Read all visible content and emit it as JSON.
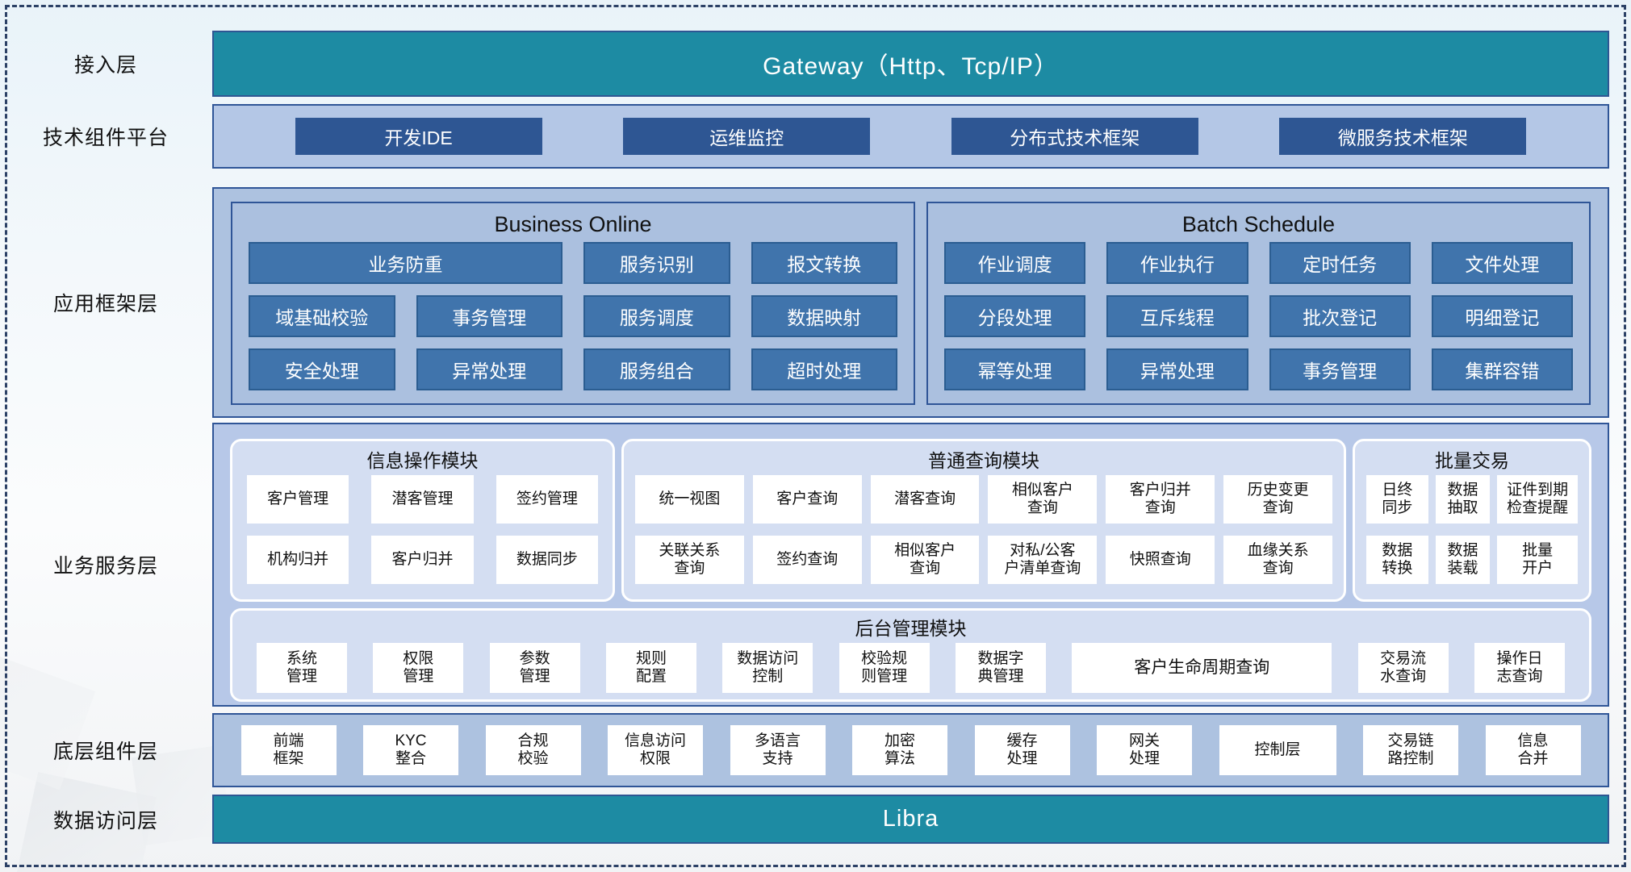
{
  "colors": {
    "teal": "#1d8ba3",
    "dark_blue": "#2e5693",
    "steel_blue": "#4074ac",
    "panel_fill": "#adc2e0",
    "module_fill": "#d4def2",
    "border_navy": "#2f5597"
  },
  "access": {
    "label": "接入层",
    "gateway": "Gateway（Http、Tcp/IP）"
  },
  "tech": {
    "label": "技术组件平台",
    "items": [
      {
        "label": "开发IDE"
      },
      {
        "label": "运维监控"
      },
      {
        "label": "分布式技术框架"
      },
      {
        "label": "微服务技术框架"
      }
    ]
  },
  "app_framework": {
    "label": "应用框架层",
    "business_online": {
      "title": "Business Online",
      "buttons": [
        {
          "label": "业务防重",
          "span": 2
        },
        {
          "label": "服务识别"
        },
        {
          "label": "报文转换"
        },
        {
          "label": "域基础校验"
        },
        {
          "label": "事务管理"
        },
        {
          "label": "服务调度"
        },
        {
          "label": "数据映射"
        },
        {
          "label": "安全处理"
        },
        {
          "label": "异常处理"
        },
        {
          "label": "服务组合"
        },
        {
          "label": "超时处理"
        }
      ]
    },
    "batch_schedule": {
      "title": "Batch Schedule",
      "buttons": [
        {
          "label": "作业调度"
        },
        {
          "label": "作业执行"
        },
        {
          "label": "定时任务"
        },
        {
          "label": "文件处理"
        },
        {
          "label": "分段处理"
        },
        {
          "label": "互斥线程"
        },
        {
          "label": "批次登记"
        },
        {
          "label": "明细登记"
        },
        {
          "label": "幂等处理"
        },
        {
          "label": "异常处理"
        },
        {
          "label": "事务管理"
        },
        {
          "label": "集群容错"
        }
      ]
    }
  },
  "business_service": {
    "label": "业务服务层",
    "info_module": {
      "title": "信息操作模块",
      "boxes": [
        {
          "label": "客户管理"
        },
        {
          "label": "潜客管理"
        },
        {
          "label": "签约管理"
        },
        {
          "label": "机构归并"
        },
        {
          "label": "客户归并"
        },
        {
          "label": "数据同步"
        }
      ]
    },
    "query_module": {
      "title": "普通查询模块",
      "boxes": [
        {
          "label": "统一视图"
        },
        {
          "label": "客户查询"
        },
        {
          "label": "潜客查询"
        },
        {
          "label": "相似客户\n查询"
        },
        {
          "label": "客户归并\n查询"
        },
        {
          "label": "历史变更\n查询"
        },
        {
          "label": "关联关系\n查询"
        },
        {
          "label": "签约查询"
        },
        {
          "label": "相似客户\n查询"
        },
        {
          "label": "对私/公客\n户清单查询"
        },
        {
          "label": "快照查询"
        },
        {
          "label": "血缘关系\n查询"
        }
      ]
    },
    "batch_module": {
      "title": "批量交易",
      "boxes": [
        {
          "label": "日终\n同步"
        },
        {
          "label": "数据\n抽取"
        },
        {
          "label": "证件到期\n检查提醒"
        },
        {
          "label": "数据\n转换"
        },
        {
          "label": "数据\n装载"
        },
        {
          "label": "批量\n开户"
        }
      ]
    },
    "admin_module": {
      "title": "后台管理模块",
      "boxes": [
        {
          "label": "系统\n管理"
        },
        {
          "label": "权限\n管理"
        },
        {
          "label": "参数\n管理"
        },
        {
          "label": "规则\n配置"
        },
        {
          "label": "数据访问\n控制"
        },
        {
          "label": "校验规\n则管理"
        },
        {
          "label": "数据字\n典管理"
        },
        {
          "label": "客户生命周期查询",
          "wide": true
        },
        {
          "label": "交易流\n水查询"
        },
        {
          "label": "操作日\n志查询"
        }
      ]
    }
  },
  "base_components": {
    "label": "底层组件层",
    "boxes": [
      {
        "label": "前端\n框架"
      },
      {
        "label": "KYC\n整合"
      },
      {
        "label": "合规\n校验"
      },
      {
        "label": "信息访问\n权限"
      },
      {
        "label": "多语言\n支持"
      },
      {
        "label": "加密\n算法"
      },
      {
        "label": "缓存\n处理"
      },
      {
        "label": "网关\n处理"
      },
      {
        "label": "控制层",
        "ctrl": true
      },
      {
        "label": "交易链\n路控制"
      },
      {
        "label": "信息\n合并"
      }
    ]
  },
  "data_access": {
    "label": "数据访问层",
    "bar": "Libra"
  }
}
